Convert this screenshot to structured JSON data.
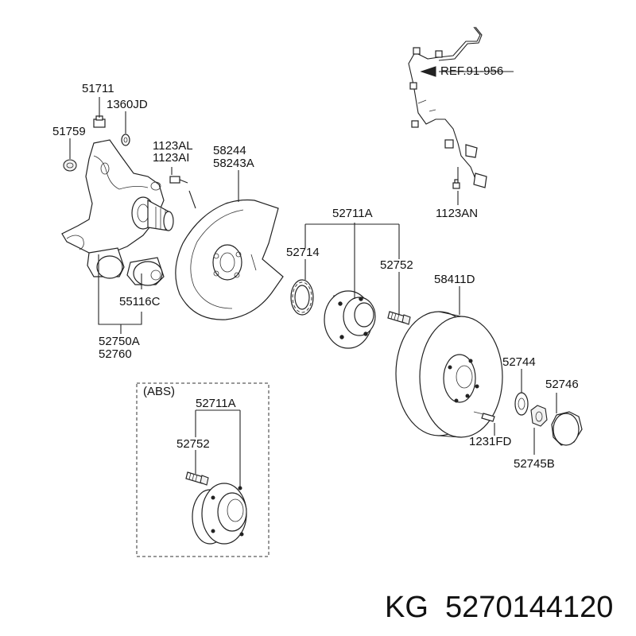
{
  "labels": {
    "p51711": "51711",
    "p1360JD": "1360JD",
    "p51759": "51759",
    "p1123AL": "1123AL",
    "p1123AI": "1123AI",
    "p58244": "58244",
    "p58243A": "58243A",
    "ref": "REF.91-956",
    "p1123AN": "1123AN",
    "p52711A": "52711A",
    "p52714": "52714",
    "p52752": "52752",
    "p58411D": "58411D",
    "p55116C": "55116C",
    "p52750A": "52750A",
    "p52760": "52760",
    "p52744": "52744",
    "p52746": "52746",
    "p1231FD": "1231FD",
    "p52745B": "52745B",
    "abs_title": "(ABS)",
    "abs_52711A": "52711A",
    "abs_52752": "52752"
  },
  "footer": {
    "brand": "KG",
    "part_number": "5270144120"
  }
}
